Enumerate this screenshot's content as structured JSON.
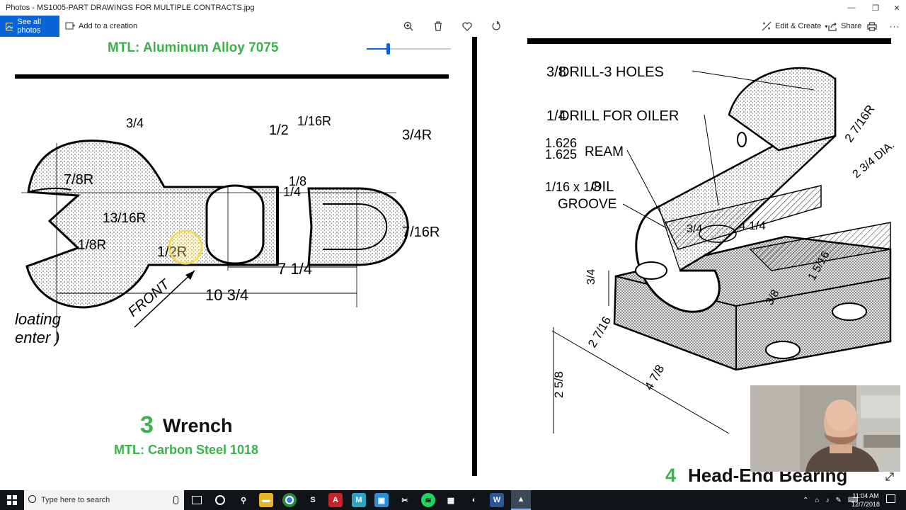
{
  "window": {
    "title": "Photos - MS1005-PART DRAWINGS FOR MULTIPLE CONTRACTS.jpg"
  },
  "toolbar": {
    "see_all": "See all photos",
    "add_creation": "Add to a creation",
    "edit_create": "Edit & Create",
    "share": "Share"
  },
  "drawing_left": {
    "material_top": "MTL: Aluminum Alloy 7075",
    "part_number": "3",
    "part_name": "Wrench",
    "material": "MTL: Carbon Steel 1018",
    "front_label": "FRONT",
    "partial_note_1": "loating",
    "partial_note_2": "enter )"
  },
  "drawing_right": {
    "note_drill_holes": "DRILL-3 HOLES",
    "note_drill_oiler": "DRILL FOR OILER",
    "ream_upper": "1.626",
    "ream_lower": "1.625",
    "ream_label": "REAM",
    "oil_label": "OIL",
    "groove_label": "GROOVE",
    "part_number": "4",
    "part_name": "Head-End Bearing"
  },
  "taskbar": {
    "search_placeholder": "Type here to search",
    "time": "11:04 AM",
    "date": "12/7/2018"
  },
  "colors": {
    "accent": "#0a64d8",
    "mtl_green": "#3bb24a",
    "taskbar": "#101418"
  }
}
